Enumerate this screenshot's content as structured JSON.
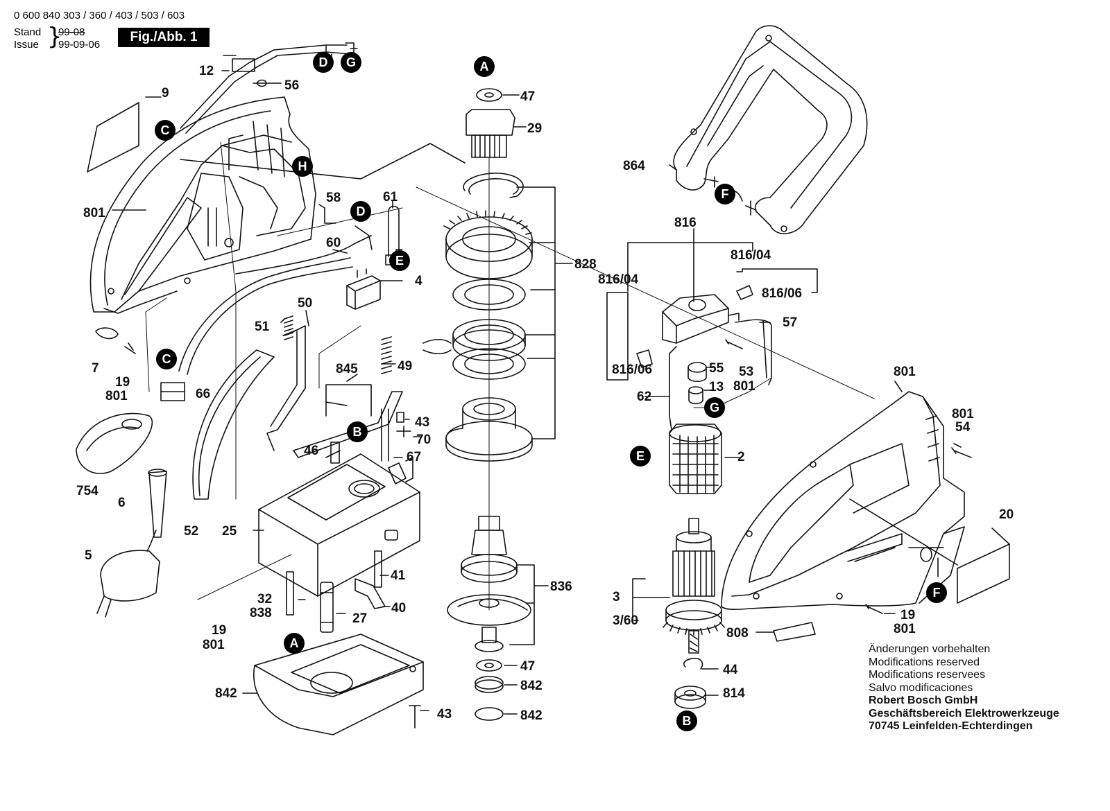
{
  "header": {
    "model_numbers": "0 600 840 303 / 360 / 403 / 503 / 603",
    "stand_label": "Stand",
    "issue_label": "Issue",
    "old_date": "99-08",
    "issue_date": "99-09-06",
    "figure_label": "Fig./Abb. 1"
  },
  "notes": {
    "line1": "Änderungen vorbehalten",
    "line2": "Modifications reserved",
    "line3": "Modifications reservees",
    "line4": "Salvo modificaciones",
    "company": "Robert Bosch GmbH",
    "division": "Geschäftsbereich Elektrowerkzeuge",
    "address": "70745 Leinfelden-Echterdingen"
  },
  "callouts": [
    {
      "id": "12",
      "text": "12"
    },
    {
      "id": "56",
      "text": "56"
    },
    {
      "id": "9",
      "text": "9"
    },
    {
      "id": "801a",
      "text": "801"
    },
    {
      "id": "58",
      "text": "58"
    },
    {
      "id": "61",
      "text": "61"
    },
    {
      "id": "60",
      "text": "60"
    },
    {
      "id": "4",
      "text": "4"
    },
    {
      "id": "50",
      "text": "50"
    },
    {
      "id": "51",
      "text": "51"
    },
    {
      "id": "7",
      "text": "7"
    },
    {
      "id": "19a",
      "text": "19"
    },
    {
      "id": "801b",
      "text": "801"
    },
    {
      "id": "66",
      "text": "66"
    },
    {
      "id": "754",
      "text": "754"
    },
    {
      "id": "6",
      "text": "6"
    },
    {
      "id": "5",
      "text": "5"
    },
    {
      "id": "52",
      "text": "52"
    },
    {
      "id": "25",
      "text": "25"
    },
    {
      "id": "845",
      "text": "845"
    },
    {
      "id": "49",
      "text": "49"
    },
    {
      "id": "43a",
      "text": "43"
    },
    {
      "id": "70",
      "text": "70"
    },
    {
      "id": "46",
      "text": "46"
    },
    {
      "id": "67",
      "text": "67"
    },
    {
      "id": "41",
      "text": "41"
    },
    {
      "id": "40",
      "text": "40"
    },
    {
      "id": "32",
      "text": "32"
    },
    {
      "id": "838",
      "text": "838"
    },
    {
      "id": "27",
      "text": "27"
    },
    {
      "id": "19b",
      "text": "19"
    },
    {
      "id": "801c",
      "text": "801"
    },
    {
      "id": "842a",
      "text": "842"
    },
    {
      "id": "43b",
      "text": "43"
    },
    {
      "id": "47a",
      "text": "47"
    },
    {
      "id": "29",
      "text": "29"
    },
    {
      "id": "828",
      "text": "828"
    },
    {
      "id": "836",
      "text": "836"
    },
    {
      "id": "47b",
      "text": "47"
    },
    {
      "id": "842b",
      "text": "842"
    },
    {
      "id": "842c",
      "text": "842"
    },
    {
      "id": "864",
      "text": "864"
    },
    {
      "id": "816",
      "text": "816"
    },
    {
      "id": "816-04a",
      "text": "816/04"
    },
    {
      "id": "816-04b",
      "text": "816/04"
    },
    {
      "id": "816-06a",
      "text": "816/06"
    },
    {
      "id": "816-06b",
      "text": "816/06"
    },
    {
      "id": "57",
      "text": "57"
    },
    {
      "id": "55",
      "text": "55"
    },
    {
      "id": "53",
      "text": "53"
    },
    {
      "id": "801d",
      "text": "801"
    },
    {
      "id": "13",
      "text": "13"
    },
    {
      "id": "62",
      "text": "62"
    },
    {
      "id": "2",
      "text": "2"
    },
    {
      "id": "3",
      "text": "3"
    },
    {
      "id": "3-60",
      "text": "3/60"
    },
    {
      "id": "44",
      "text": "44"
    },
    {
      "id": "814",
      "text": "814"
    },
    {
      "id": "801e",
      "text": "801"
    },
    {
      "id": "801f",
      "text": "801"
    },
    {
      "id": "54",
      "text": "54"
    },
    {
      "id": "20",
      "text": "20"
    },
    {
      "id": "19c",
      "text": "19"
    },
    {
      "id": "801g",
      "text": "801"
    },
    {
      "id": "808",
      "text": "808"
    }
  ],
  "markers": [
    {
      "id": "D1",
      "text": "D"
    },
    {
      "id": "G1",
      "text": "G"
    },
    {
      "id": "C1",
      "text": "C"
    },
    {
      "id": "H1",
      "text": "H"
    },
    {
      "id": "D2",
      "text": "D"
    },
    {
      "id": "E1",
      "text": "E"
    },
    {
      "id": "C2",
      "text": "C"
    },
    {
      "id": "B1",
      "text": "B"
    },
    {
      "id": "A1",
      "text": "A"
    },
    {
      "id": "A2",
      "text": "A"
    },
    {
      "id": "F1",
      "text": "F"
    },
    {
      "id": "G2",
      "text": "G"
    },
    {
      "id": "E2",
      "text": "E"
    },
    {
      "id": "F2",
      "text": "F"
    },
    {
      "id": "B2",
      "text": "B"
    }
  ]
}
